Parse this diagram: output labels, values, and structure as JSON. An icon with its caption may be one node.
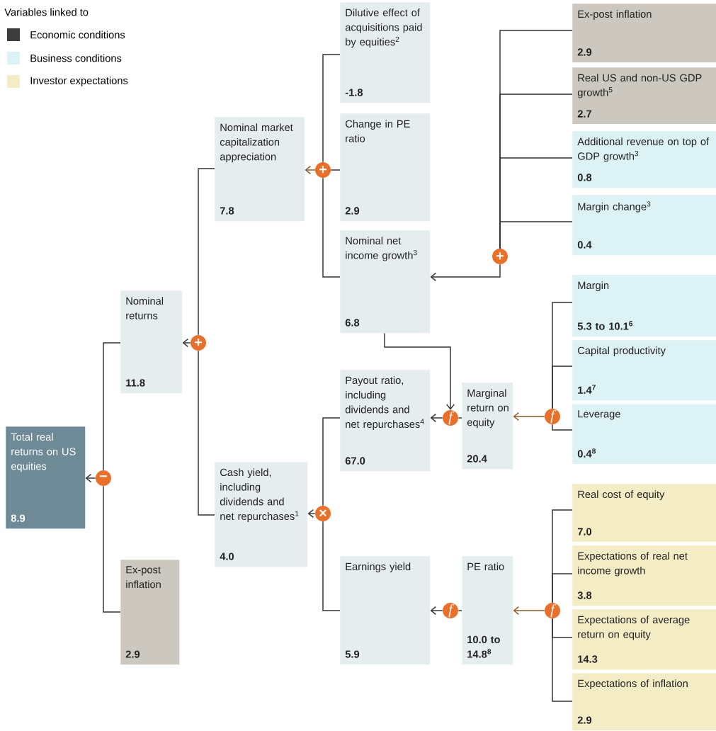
{
  "diagram": {
    "nodes": [
      {
        "text": [
          "Total real returns on US equities",
          "8.9"
        ]
      },
      {
        "text": [
          "Nominal returns",
          "11.8"
        ]
      },
      {
        "text": [
          "Ex-post inflation",
          "2.9"
        ]
      },
      {
        "text": [
          "Nominal market capitalization appreciation",
          "7.8"
        ]
      },
      {
        "text": [
          "Cash yield, including dividends and net repurchases$^{1}$",
          "4.0"
        ]
      },
      {
        "text": [
          "Dilutive effect of acquisitions paid by equities$^{2}$",
          "-1.8"
        ]
      },
      {
        "text": [
          "Change in PE ratio",
          "2.9"
        ]
      },
      {
        "text": [
          "Nominal net income growth$^{3}$",
          "6.8"
        ]
      },
      {
        "text": [
          "Payout ratio, including dividends and net repurchases$^{4}$",
          "67.0"
        ]
      },
      {
        "text": [
          "Marginal return on equity",
          "20.4"
        ]
      },
      {
        "text": [
          "Earnings yield",
          "5.9"
        ]
      },
      {
        "text": [
          "PE ratio",
          "10.0 to 14.8$^{8}$"
        ]
      },
      {
        "text": [
          "Ex-post inflation",
          "2.9"
        ]
      },
      {
        "text": [
          "Real US and non-US GDP growth$^{5}$",
          "2.7"
        ]
      },
      {
        "text": [
          "Additional revenue on top of GDP growth$^{3}$",
          "0.8"
        ]
      },
      {
        "text": [
          "Margin change$^{3}$",
          "0.4"
        ]
      },
      {
        "text": [
          "Margin",
          "5.3 to 10.1$^{6}$"
        ]
      },
      {
        "text": [
          "Capital productivity",
          "1.4$^{7}$"
        ]
      },
      {
        "text": [
          "Leverage",
          "0.4$^{8}$"
        ]
      },
      {
        "text": [
          "Real cost of equity",
          "7.0"
        ]
      },
      {
        "text": [
          "Expectations of real net income growth",
          "3.8"
        ]
      },
      {
        "text": [
          "Expectations of average return on equity",
          "14.3"
        ]
      },
      {
        "text": [
          "Expectations of inflation",
          "2.9"
        ]
      },
      {
        "text": [
          "−"
        ]
      },
      {
        "text": [
          "+"
        ]
      },
      {
        "text": [
          "+"
        ]
      },
      {
        "text": [
          "×"
        ]
      },
      {
        "text": [
          "+"
        ]
      },
      {
        "text": [
          "f"
        ]
      },
      {
        "text": [
          "f"
        ]
      },
      {
        "text": [
          "f"
        ]
      },
      {
        "text": [
          "f"
        ]
      }
    ],
    "edges": [
      {
        "from": 1,
        "to": 23,
        "arrow": "none"
      },
      {
        "from": 2,
        "to": 23,
        "arrow": "none"
      },
      {
        "from": 23,
        "to": 0,
        "arrow": "to"
      },
      {
        "from": 3,
        "to": 24,
        "arrow": "none"
      },
      {
        "from": 4,
        "to": 24,
        "arrow": "none"
      },
      {
        "from": 24,
        "to": 1,
        "arrow": "to"
      },
      {
        "from": 5,
        "to": 25,
        "arrow": "none"
      },
      {
        "from": 6,
        "to": 25,
        "arrow": "none"
      },
      {
        "from": 7,
        "to": 25,
        "arrow": "none"
      },
      {
        "from": 25,
        "to": 3,
        "arrow": "to",
        "color": "#8b5a2b"
      },
      {
        "from": 8,
        "to": 26,
        "arrow": "none"
      },
      {
        "from": 10,
        "to": 26,
        "arrow": "none"
      },
      {
        "from": 26,
        "to": 4,
        "arrow": "to"
      },
      {
        "from": 12,
        "to": 27,
        "arrow": "none"
      },
      {
        "from": 13,
        "to": 27,
        "arrow": "none"
      },
      {
        "from": 14,
        "to": 27,
        "arrow": "none"
      },
      {
        "from": 15,
        "to": 27,
        "arrow": "none"
      },
      {
        "from": 27,
        "to": 7,
        "arrow": "to"
      },
      {
        "from": 7,
        "to": 28,
        "arrow": "to"
      },
      {
        "from": 9,
        "to": 28,
        "arrow": "none"
      },
      {
        "from": 28,
        "to": 8,
        "arrow": "to"
      },
      {
        "from": 16,
        "to": 29,
        "arrow": "none"
      },
      {
        "from": 17,
        "to": 29,
        "arrow": "none"
      },
      {
        "from": 18,
        "to": 29,
        "arrow": "none"
      },
      {
        "from": 29,
        "to": 9,
        "arrow": "to",
        "color": "#8b5a2b"
      },
      {
        "from": 11,
        "to": 30,
        "arrow": "none"
      },
      {
        "from": 30,
        "to": 10,
        "arrow": "to"
      },
      {
        "from": 19,
        "to": 31,
        "arrow": "none"
      },
      {
        "from": 20,
        "to": 31,
        "arrow": "none"
      },
      {
        "from": 21,
        "to": 31,
        "arrow": "none"
      },
      {
        "from": 22,
        "to": 31,
        "arrow": "none"
      },
      {
        "from": 31,
        "to": 11,
        "arrow": "to",
        "color": "#8b5a2b"
      }
    ],
    "labels": [
      "Variables linked to"
    ],
    "legend": [
      {
        "text": "Economic conditions",
        "color": "#3c3c3c"
      },
      {
        "text": "Business conditions",
        "color": "#dcf2f5"
      },
      {
        "text": "Investor expectations",
        "color": "#f4ecc4"
      }
    ]
  }
}
